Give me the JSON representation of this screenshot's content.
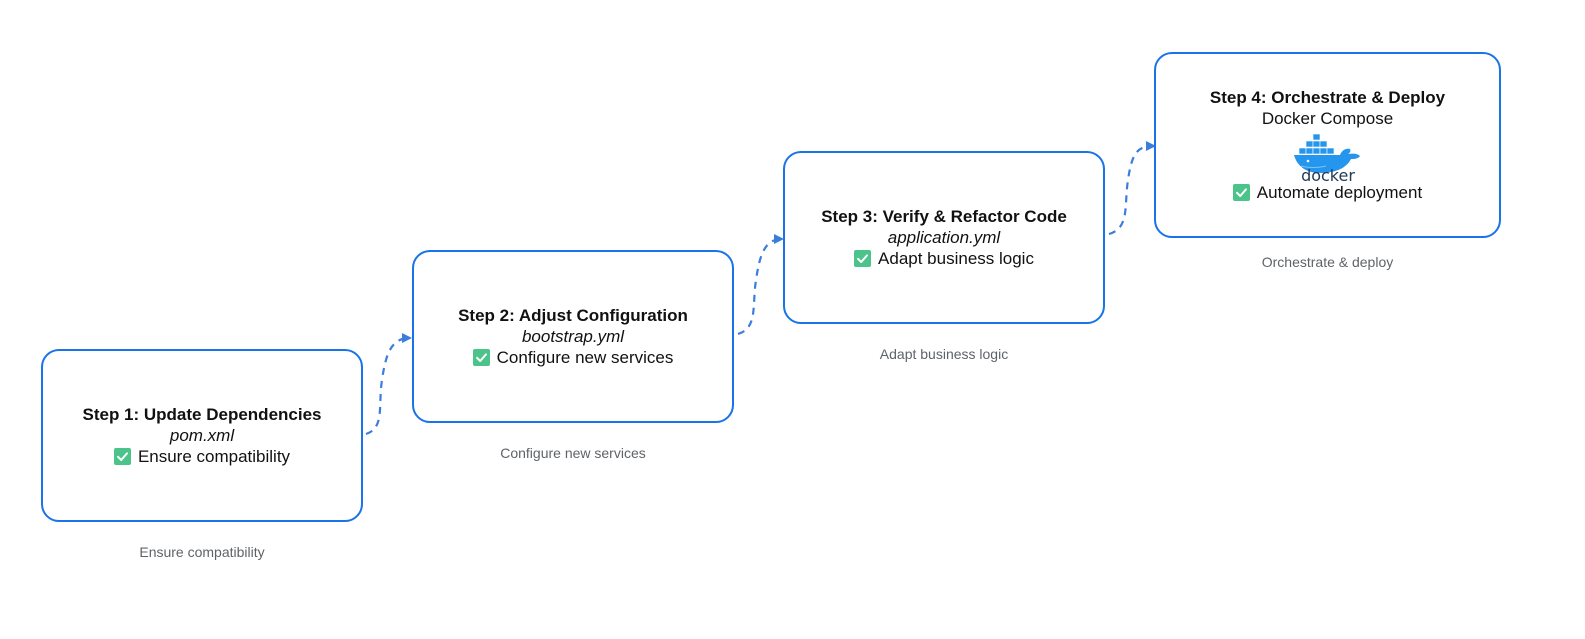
{
  "steps": [
    {
      "title": "Step 1: Update Dependencies",
      "file": "pom.xml",
      "task": "Ensure compatibility",
      "caption": "Ensure compatibility"
    },
    {
      "title": "Step 2: Adjust Configuration",
      "file": "bootstrap.yml",
      "task": "Configure new services",
      "caption": "Configure new services"
    },
    {
      "title": "Step 3: Verify & Refactor Code",
      "file": "application.yml",
      "task": "Adapt business logic",
      "caption": "Adapt business logic"
    },
    {
      "title": "Step 4: Orchestrate & Deploy",
      "subtitle": "Docker Compose",
      "logo_text": "docker",
      "task": "Automate deployment",
      "caption": "Orchestrate & deploy"
    }
  ],
  "colors": {
    "box_border": "#1a73e8",
    "connector": "#3b7ddd",
    "check_fill": "#4cc38a",
    "caption_text": "#5f6368",
    "docker_blue": "#2496ed"
  },
  "icons": {
    "task_check": "check-box-icon",
    "logo": "docker-whale-icon"
  }
}
